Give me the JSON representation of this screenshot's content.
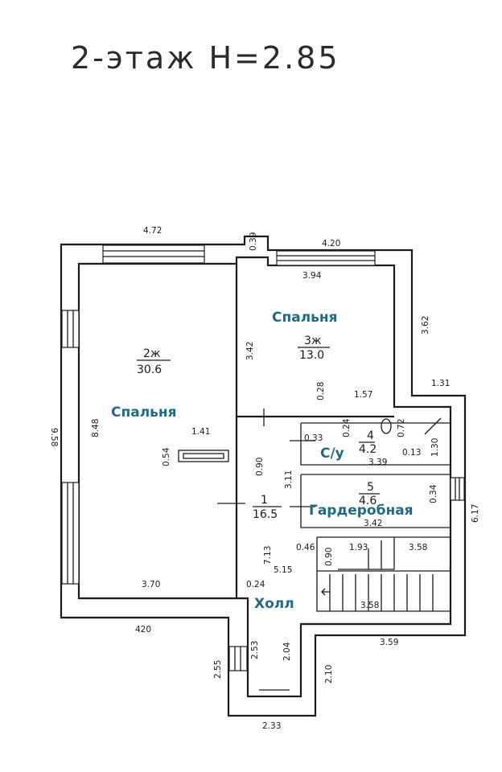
{
  "title": "2-этаж H=2.85",
  "rooms": [
    {
      "label": "Спальня",
      "number": "2ж",
      "area": "30.6"
    },
    {
      "label": "Спальня",
      "number": "3ж",
      "area": "13.0"
    },
    {
      "label": "С/у",
      "number": "4",
      "area": "4.2"
    },
    {
      "label": "Гардеробная",
      "number": "5",
      "area": "4.6"
    },
    {
      "label": "Холл",
      "number": "1",
      "area": "16.5"
    }
  ],
  "dimensions": {
    "d_4_72": "4.72",
    "d_0_39": "0.39",
    "d_4_20_top": "4.20",
    "d_3_94": "3.94",
    "d_3_62": "3.62",
    "d_3_42_left": "3.42",
    "d_1_31": "1.31",
    "d_0_28": "0.28",
    "d_1_57": "1.57",
    "d_9_58": "9.58",
    "d_8_48": "8.48",
    "d_1_41": "1.41",
    "d_0_54": "0.54",
    "d_0_33": "0.33",
    "d_0_24_a": "0.24",
    "d_0_72": "0.72",
    "d_1_30": "1.30",
    "d_0_13": "0.13",
    "d_3_39": "3.39",
    "d_0_90_a": "0.90",
    "d_3_11": "3.11",
    "d_0_34": "0.34",
    "d_6_17": "6.17",
    "d_3_42_b": "3.42",
    "d_0_46": "0.46",
    "d_0_90_b": "0.90",
    "d_1_93": "1.93",
    "d_3_58_a": "3.58",
    "d_7_13": "7.13",
    "d_5_15": "5.15",
    "d_0_24_b": "0.24",
    "d_3_70": "3.70",
    "d_3_58_b": "3.58",
    "d_420": "420",
    "d_3_59": "3.59",
    "d_2_53": "2.53",
    "d_2_04": "2.04",
    "d_2_55": "2.55",
    "d_2_10": "2.10",
    "d_2_33": "2.33"
  }
}
